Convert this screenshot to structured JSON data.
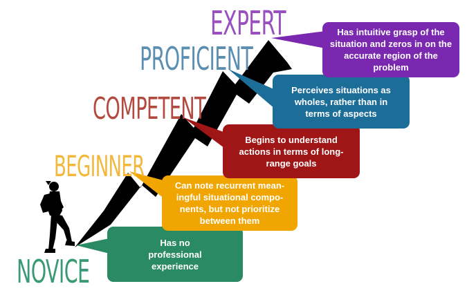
{
  "colors": {
    "mountain": "#000000",
    "novice": "#2a8a63",
    "beginner": "#f0a500",
    "competent": "#a01515",
    "proficient": "#1c6e99",
    "expert": "#7a28b0",
    "novice_label": "#3a9a75",
    "beginner_label": "#f3b73a",
    "competent_label": "#b34a3f",
    "proficient_label": "#5a8fb2",
    "expert_label": "#9a4fc0"
  },
  "levels": [
    {
      "key": "novice",
      "label": "NOVICE",
      "description": "Has no professional experience"
    },
    {
      "key": "beginner",
      "label": "BEGINNER",
      "description": "Can note recurrent mean-ingful situational compo-nents, but not prioritize between them"
    },
    {
      "key": "competent",
      "label": "COMPETENT",
      "description": "Begins to understand actions in terms of long-range goals"
    },
    {
      "key": "proficient",
      "label": "PROFICIENT",
      "description": "Perceives situations as wholes, rather than in terms of aspects"
    },
    {
      "key": "expert",
      "label": "EXPERT",
      "description": "Has intuitive grasp of the situation and zeros in on the accurate region of the problem"
    }
  ],
  "icons": {
    "hiker": "hiker-silhouette-icon"
  }
}
